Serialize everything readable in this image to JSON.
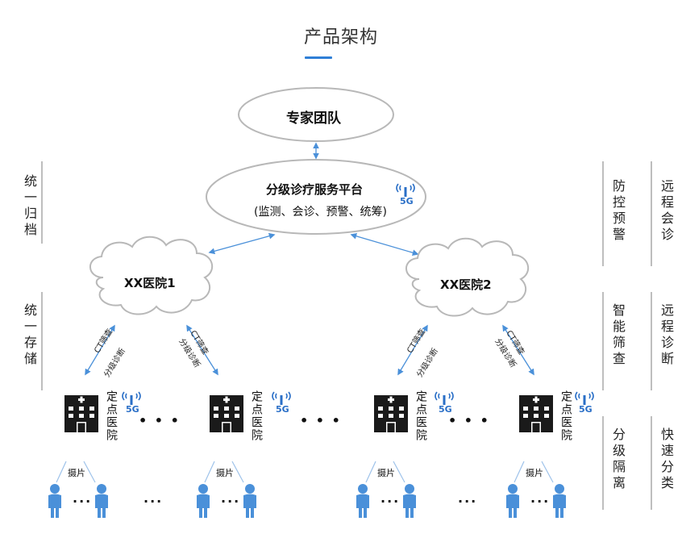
{
  "title": "产品架构",
  "experts": "专家团队",
  "platform": {
    "name": "分级诊疗服务平台",
    "sub": "(监测、会诊、预警、统筹)"
  },
  "hospitals": [
    "XX医院1",
    "XX医院2"
  ],
  "link_labels": {
    "ct": "CT筛查",
    "diag": "分级诊断"
  },
  "site_label": "定点医院",
  "five_g": "5G",
  "capture_label": "摄片",
  "ellipsis": "• • •",
  "people_ellipsis": "...",
  "left_labels": [
    "统一归档",
    "统一存储"
  ],
  "right_labels": {
    "col1": [
      "防控预警",
      "智能筛查",
      "分级隔离"
    ],
    "col2": [
      "远程会诊",
      "远程诊断",
      "快速分类"
    ]
  }
}
